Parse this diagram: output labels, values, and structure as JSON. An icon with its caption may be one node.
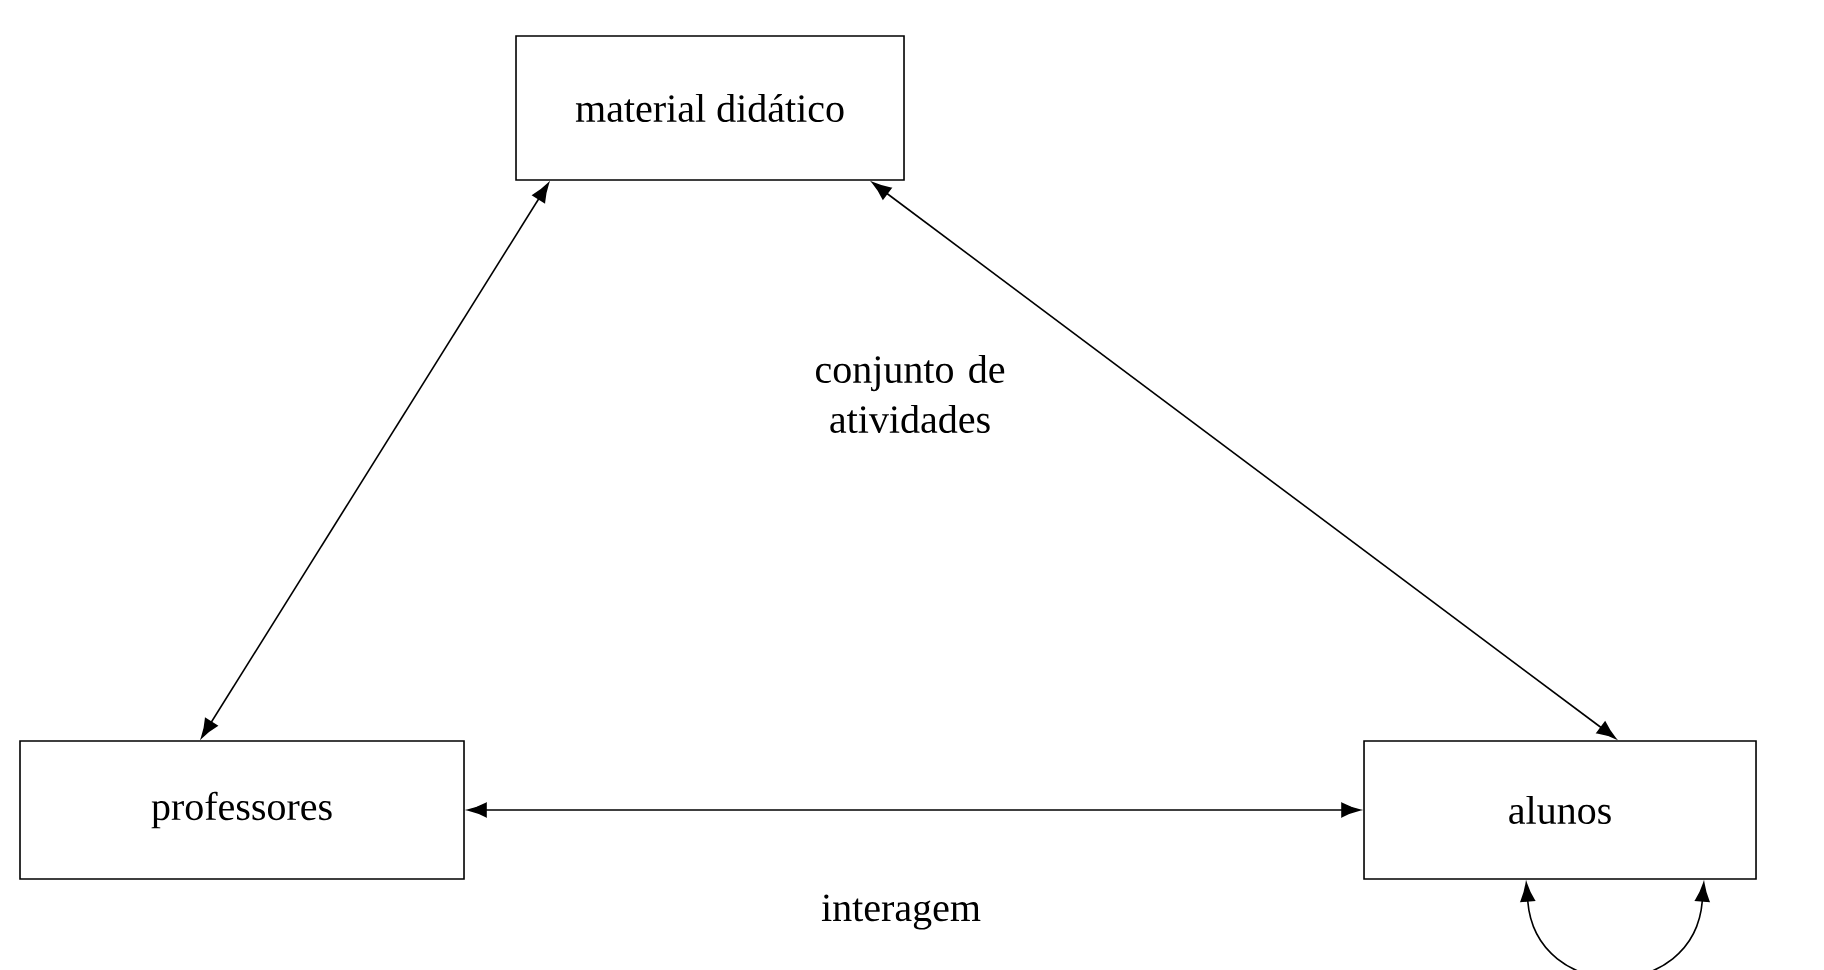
{
  "diagram": {
    "nodes": [
      {
        "text": [
          "material didático"
        ]
      },
      {
        "text": [
          "professores"
        ]
      },
      {
        "text": [
          "alunos"
        ]
      }
    ],
    "edges": [
      {
        "from": 1,
        "to": 0,
        "arrow": "both"
      },
      {
        "from": 0,
        "to": 2,
        "arrow": "both"
      },
      {
        "from": 1,
        "to": 2,
        "arrow": "both",
        "label": "interagem"
      },
      {
        "from": 2,
        "to": 2,
        "arrow": "both"
      }
    ],
    "labels": [
      "conjunto de atividades"
    ]
  }
}
